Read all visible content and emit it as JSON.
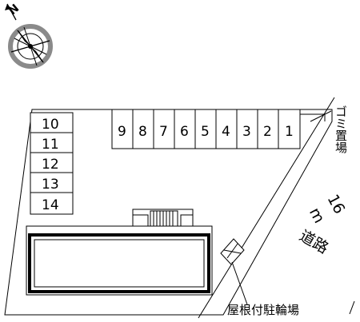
{
  "compass": {
    "north_label": "N",
    "icon": "compass-rose-icon"
  },
  "parking_left": {
    "stalls": [
      "10",
      "11",
      "12",
      "13",
      "14"
    ]
  },
  "parking_top": {
    "stalls": [
      "9",
      "8",
      "7",
      "6",
      "5",
      "4",
      "3",
      "2",
      "1"
    ]
  },
  "labels": {
    "garbage": "ゴミ置場",
    "road": "16m道路",
    "road_number": "16",
    "road_m": "m",
    "road_kanji": "道路",
    "bike_parking": "屋根付駐輪場"
  },
  "colors": {
    "line": "#000000",
    "building_fill": "#ffffff",
    "compass_gray": "#8a8a8a"
  }
}
